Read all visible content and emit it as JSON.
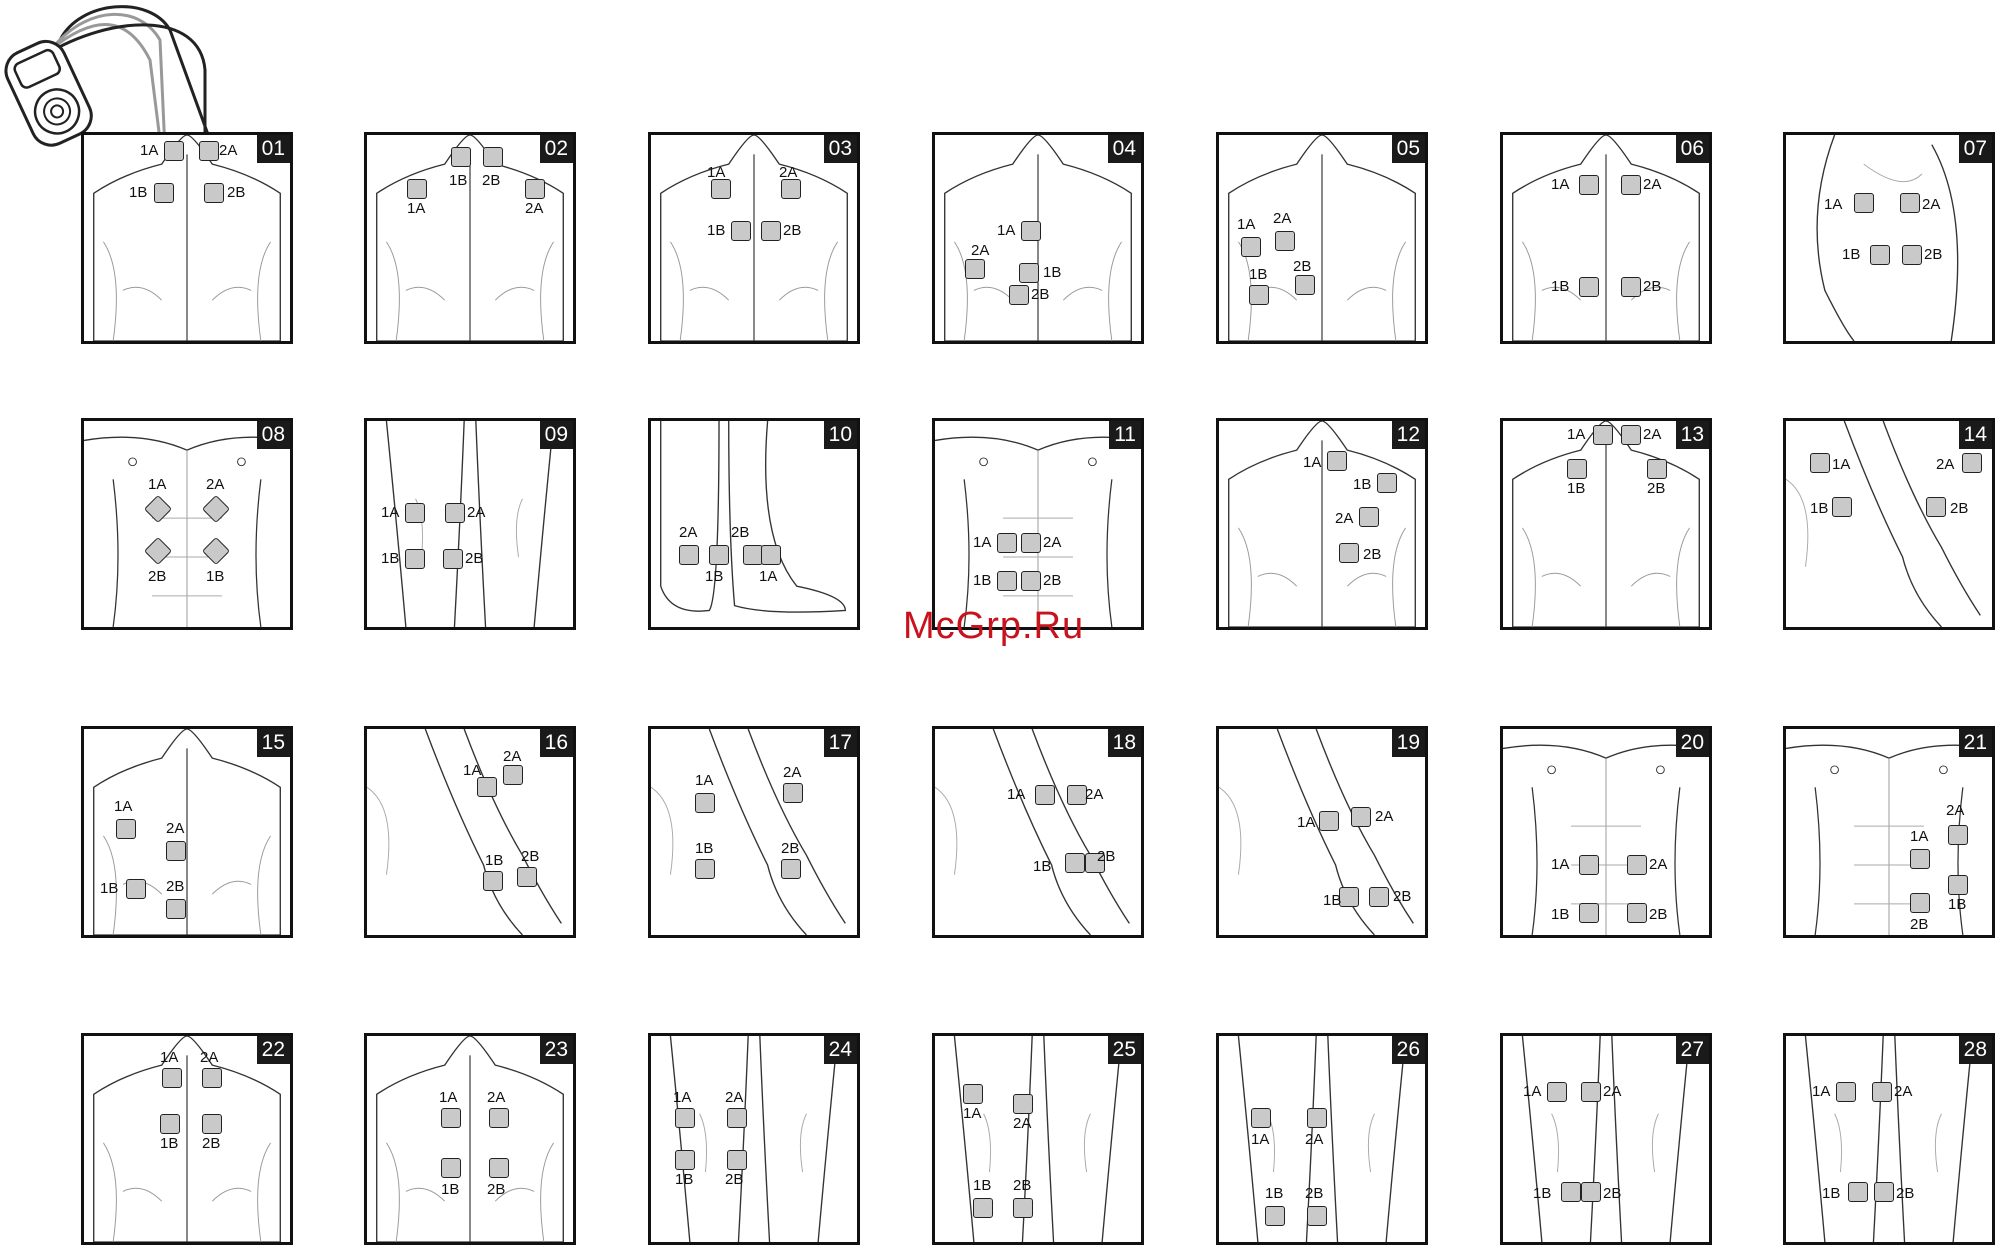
{
  "watermark": "McGrp.Ru",
  "panels": [
    {
      "number": "01",
      "pads": [
        {
          "label": "1A"
        },
        {
          "label": "2A"
        },
        {
          "label": "1B"
        },
        {
          "label": "2B"
        }
      ]
    },
    {
      "number": "02",
      "pads": [
        {
          "label": "1B"
        },
        {
          "label": "2B"
        },
        {
          "label": "1A"
        },
        {
          "label": "2A"
        }
      ]
    },
    {
      "number": "03",
      "pads": [
        {
          "label": "1A"
        },
        {
          "label": "2A"
        },
        {
          "label": "1B"
        },
        {
          "label": "2B"
        }
      ]
    },
    {
      "number": "04",
      "pads": [
        {
          "label": "1A"
        },
        {
          "label": "2A"
        },
        {
          "label": "1B"
        },
        {
          "label": "2B"
        }
      ]
    },
    {
      "number": "05",
      "pads": [
        {
          "label": "1A"
        },
        {
          "label": "2A"
        },
        {
          "label": "1B"
        },
        {
          "label": "2B"
        }
      ]
    },
    {
      "number": "06",
      "pads": [
        {
          "label": "1A"
        },
        {
          "label": "2A"
        },
        {
          "label": "1B"
        },
        {
          "label": "2B"
        }
      ]
    },
    {
      "number": "07",
      "pads": [
        {
          "label": "1A"
        },
        {
          "label": "2A"
        },
        {
          "label": "1B"
        },
        {
          "label": "2B"
        }
      ]
    },
    {
      "number": "08",
      "pads": [
        {
          "label": "1A"
        },
        {
          "label": "2A"
        },
        {
          "label": "2B"
        },
        {
          "label": "1B"
        }
      ]
    },
    {
      "number": "09",
      "pads": [
        {
          "label": "1A"
        },
        {
          "label": "2A"
        },
        {
          "label": "1B"
        },
        {
          "label": "2B"
        }
      ]
    },
    {
      "number": "10",
      "pads": [
        {
          "label": "2A"
        },
        {
          "label": "2B"
        },
        {
          "label": "1B"
        },
        {
          "label": "1A"
        }
      ]
    },
    {
      "number": "11",
      "pads": [
        {
          "label": "1A"
        },
        {
          "label": "2A"
        },
        {
          "label": "1B"
        },
        {
          "label": "2B"
        }
      ]
    },
    {
      "number": "12",
      "pads": [
        {
          "label": "1A"
        },
        {
          "label": "1B"
        },
        {
          "label": "2A"
        },
        {
          "label": "2B"
        }
      ]
    },
    {
      "number": "13",
      "pads": [
        {
          "label": "1A"
        },
        {
          "label": "2A"
        },
        {
          "label": "1B"
        },
        {
          "label": "2B"
        }
      ]
    },
    {
      "number": "14",
      "pads": [
        {
          "label": "1A"
        },
        {
          "label": "2A"
        },
        {
          "label": "1B"
        },
        {
          "label": "2B"
        }
      ]
    },
    {
      "number": "15",
      "pads": [
        {
          "label": "1A"
        },
        {
          "label": "2A"
        },
        {
          "label": "1B"
        },
        {
          "label": "2B"
        }
      ]
    },
    {
      "number": "16",
      "pads": [
        {
          "label": "1A"
        },
        {
          "label": "2A"
        },
        {
          "label": "1B"
        },
        {
          "label": "2B"
        }
      ]
    },
    {
      "number": "17",
      "pads": [
        {
          "label": "1A"
        },
        {
          "label": "2A"
        },
        {
          "label": "1B"
        },
        {
          "label": "2B"
        }
      ]
    },
    {
      "number": "18",
      "pads": [
        {
          "label": "1A"
        },
        {
          "label": "2A"
        },
        {
          "label": "1B"
        },
        {
          "label": "2B"
        }
      ]
    },
    {
      "number": "19",
      "pads": [
        {
          "label": "1A"
        },
        {
          "label": "2A"
        },
        {
          "label": "1B"
        },
        {
          "label": "2B"
        }
      ]
    },
    {
      "number": "20",
      "pads": [
        {
          "label": "1A"
        },
        {
          "label": "2A"
        },
        {
          "label": "1B"
        },
        {
          "label": "2B"
        }
      ]
    },
    {
      "number": "21",
      "pads": [
        {
          "label": "1A"
        },
        {
          "label": "2A"
        },
        {
          "label": "2B"
        },
        {
          "label": "1B"
        }
      ]
    },
    {
      "number": "22",
      "pads": [
        {
          "label": "1A"
        },
        {
          "label": "2A"
        },
        {
          "label": "1B"
        },
        {
          "label": "2B"
        }
      ]
    },
    {
      "number": "23",
      "pads": [
        {
          "label": "1A"
        },
        {
          "label": "2A"
        },
        {
          "label": "1B"
        },
        {
          "label": "2B"
        }
      ]
    },
    {
      "number": "24",
      "pads": [
        {
          "label": "1A"
        },
        {
          "label": "2A"
        },
        {
          "label": "1B"
        },
        {
          "label": "2B"
        }
      ]
    },
    {
      "number": "25",
      "pads": [
        {
          "label": "1A"
        },
        {
          "label": "2A"
        },
        {
          "label": "1B"
        },
        {
          "label": "2B"
        }
      ]
    },
    {
      "number": "26",
      "pads": [
        {
          "label": "1A"
        },
        {
          "label": "2A"
        },
        {
          "label": "1B"
        },
        {
          "label": "2B"
        }
      ]
    },
    {
      "number": "27",
      "pads": [
        {
          "label": "1A"
        },
        {
          "label": "2A"
        },
        {
          "label": "1B"
        },
        {
          "label": "2B"
        }
      ]
    },
    {
      "number": "28",
      "pads": [
        {
          "label": "1A"
        },
        {
          "label": "2A"
        },
        {
          "label": "1B"
        },
        {
          "label": "2B"
        }
      ]
    }
  ]
}
